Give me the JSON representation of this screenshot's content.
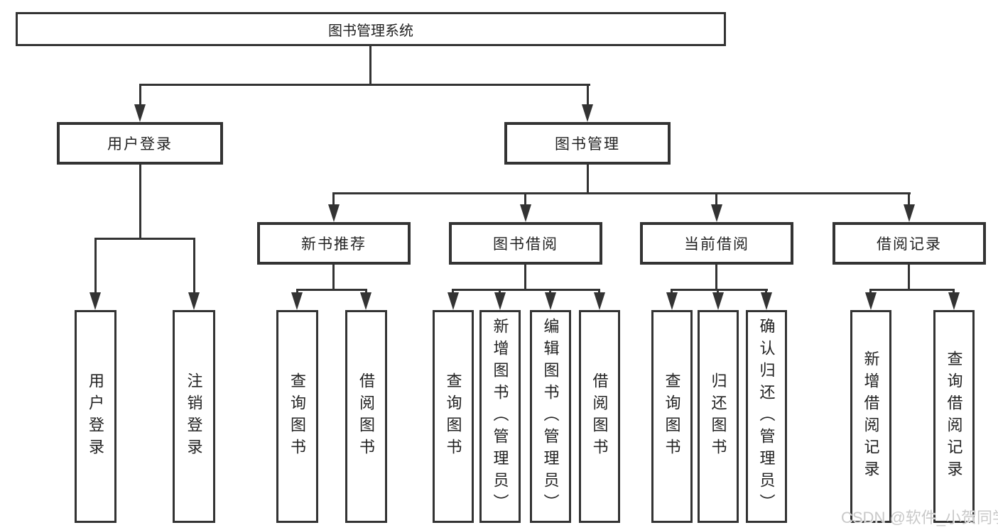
{
  "tree": {
    "label": "图书管理系统",
    "children": [
      {
        "label": "用户登录",
        "children": [
          {
            "label": "用户登录"
          },
          {
            "label": "注销登录"
          }
        ]
      },
      {
        "label": "图书管理",
        "children": [
          {
            "label": "新书推荐",
            "children": [
              {
                "label": "查询图书"
              },
              {
                "label": "借阅图书"
              }
            ]
          },
          {
            "label": "图书借阅",
            "children": [
              {
                "label": "查询图书"
              },
              {
                "label": "新增图书（管理员）"
              },
              {
                "label": "编辑图书（管理员）"
              },
              {
                "label": "借阅图书"
              }
            ]
          },
          {
            "label": "当前借阅",
            "children": [
              {
                "label": "查询图书"
              },
              {
                "label": "归还图书"
              },
              {
                "label": "确认归还（管理员）"
              }
            ]
          },
          {
            "label": "借阅记录",
            "children": [
              {
                "label": "新增借阅记录"
              },
              {
                "label": "查询借阅记录"
              }
            ]
          }
        ]
      }
    ]
  },
  "watermark": {
    "text": "CSDN @软件_小贺同学"
  },
  "colors": {
    "line": "#333333",
    "text": "#222222",
    "background": "#ffffff",
    "watermark": "#c9c9c9"
  }
}
